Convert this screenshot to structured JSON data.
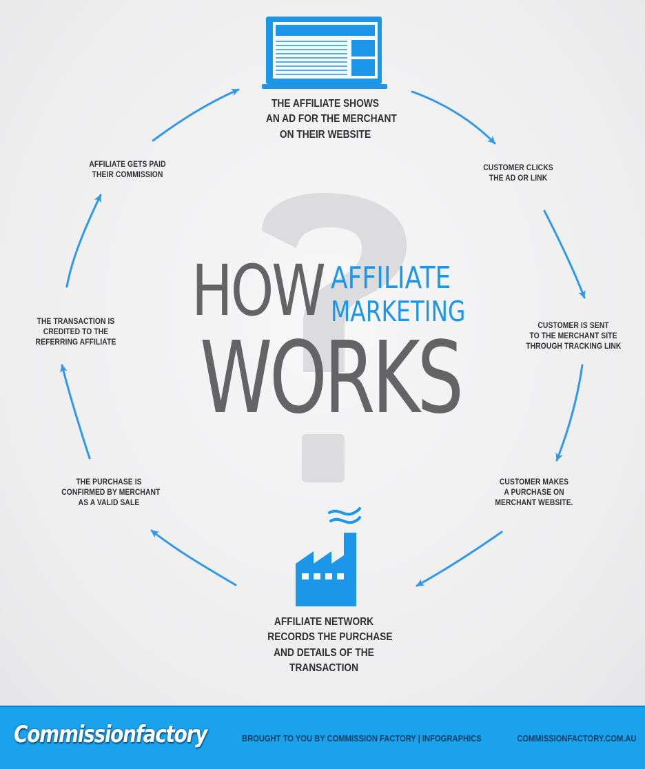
{
  "title": {
    "how": "HOW",
    "affiliate": "AFFILIATE",
    "marketing": "MARKETING",
    "works": "WORKS"
  },
  "colors": {
    "accent_blue": "#1c96e8",
    "title_gray": "#646466",
    "footer_blue": "#1aa3ec"
  },
  "steps": [
    {
      "lines": [
        "THE AFFILIATE SHOWS",
        "AN AD FOR THE MERCHANT",
        "ON THEIR WEBSITE"
      ],
      "icon": "website-icon"
    },
    {
      "lines": [
        "CUSTOMER CLICKS",
        "THE AD OR LINK"
      ]
    },
    {
      "lines": [
        "CUSTOMER IS SENT",
        "TO THE MERCHANT SITE",
        "THROUGH TRACKING LINK"
      ]
    },
    {
      "lines": [
        "CUSTOMER MAKES",
        "A PURCHASE ON",
        "MERCHANT WEBSITE."
      ]
    },
    {
      "lines": [
        "AFFILIATE NETWORK",
        "RECORDS THE PURCHASE",
        "AND DETAILS OF THE",
        "TRANSACTION"
      ],
      "icon": "factory-icon"
    },
    {
      "lines": [
        "THE PURCHASE IS",
        "CONFIRMED BY MERCHANT",
        "AS A VALID SALE"
      ]
    },
    {
      "lines": [
        "THE TRANSACTION IS",
        "CREDITED TO THE",
        "REFERRING AFFILIATE"
      ]
    },
    {
      "lines": [
        "AFFILIATE GETS PAID",
        "THEIR COMMISSION"
      ]
    }
  ],
  "footer": {
    "logo": "Commissionfactory",
    "brought_by": "BROUGHT TO YOU BY COMMISSION FACTORY | INFOGRAPHICS",
    "website": "COMMISSIONFACTORY.COM.AU"
  }
}
